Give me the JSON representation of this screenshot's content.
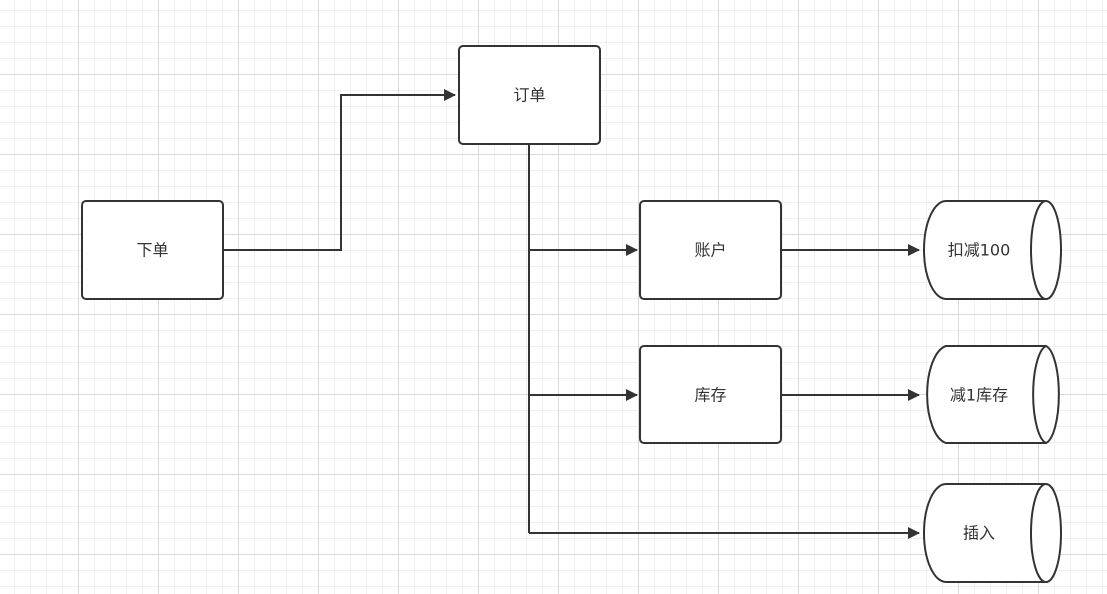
{
  "nodes": {
    "place_order": "下单",
    "order": "订单",
    "account": "账户",
    "inventory": "库存",
    "deduct": "扣减100",
    "reduce_stock": "减1库存",
    "insert": "插入"
  },
  "colors": {
    "stroke": "#333333",
    "fill": "#ffffff",
    "text": "#333333"
  }
}
